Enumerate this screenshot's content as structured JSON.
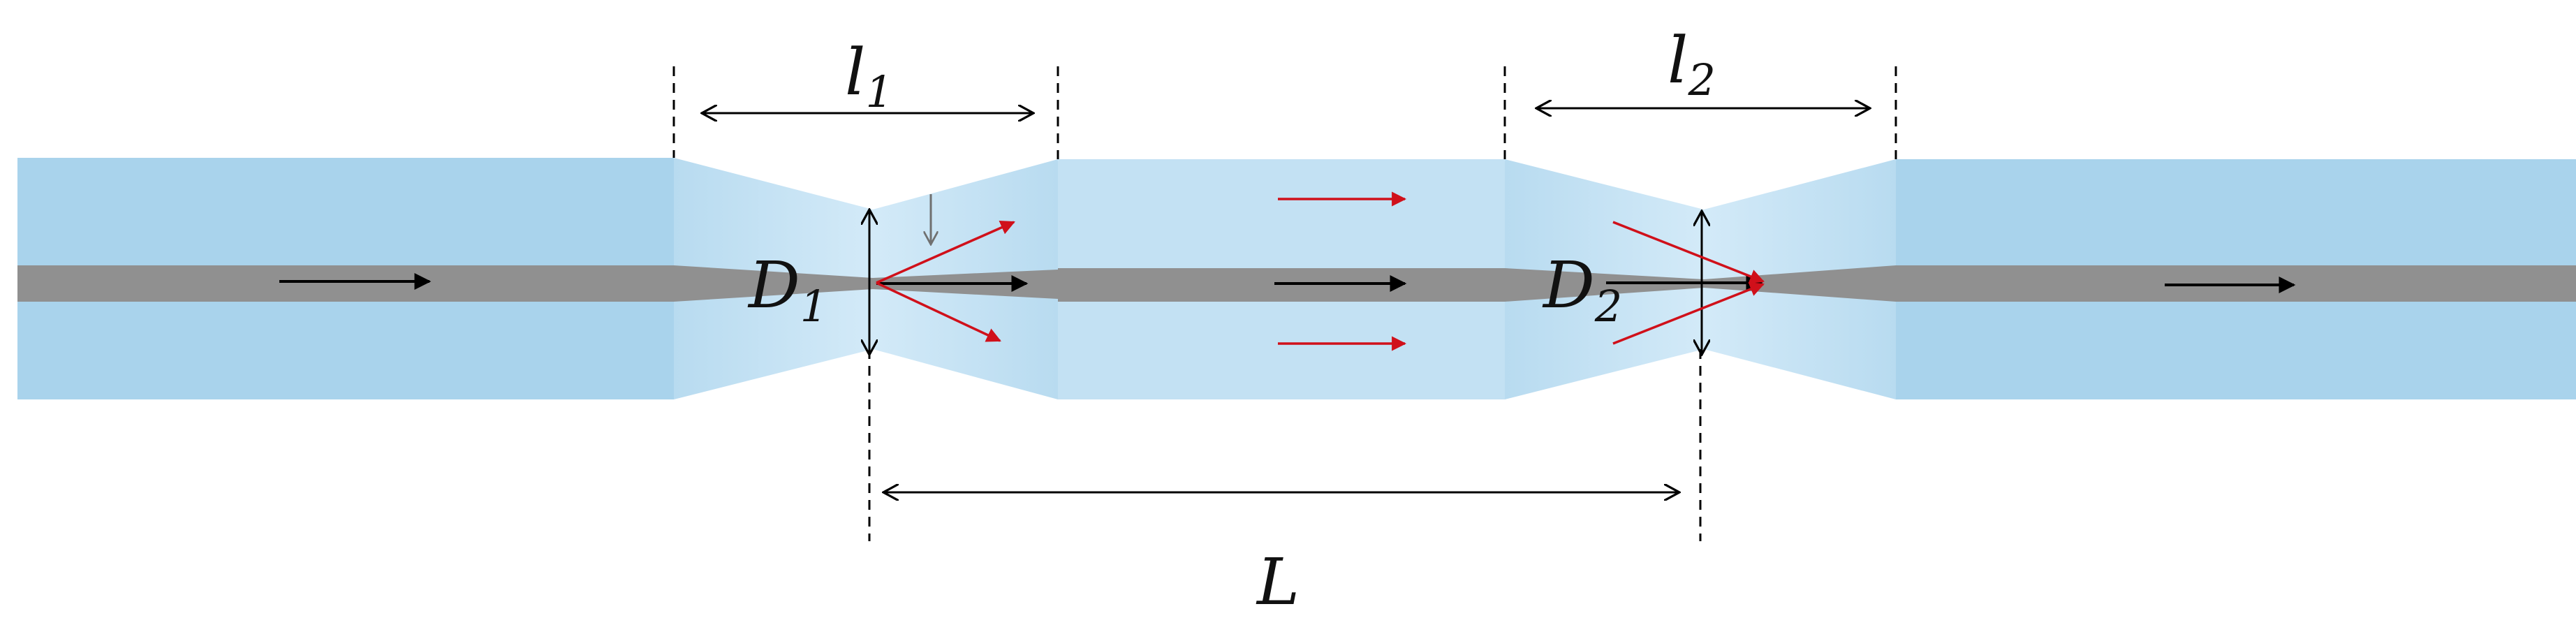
{
  "labels": {
    "l1": {
      "main": "l",
      "sub": "1"
    },
    "l2": {
      "main": "l",
      "sub": "2"
    },
    "d1": {
      "main": "D",
      "sub": "1"
    },
    "d2": {
      "main": "D",
      "sub": "2"
    },
    "big_l": {
      "main": "L"
    }
  },
  "colors": {
    "water": "#a9d3ec",
    "water_light": "#cde7f6",
    "core": "#909090",
    "arrow_black": "#000000",
    "arrow_red": "#d0101a",
    "arrow_gray": "#707070"
  }
}
